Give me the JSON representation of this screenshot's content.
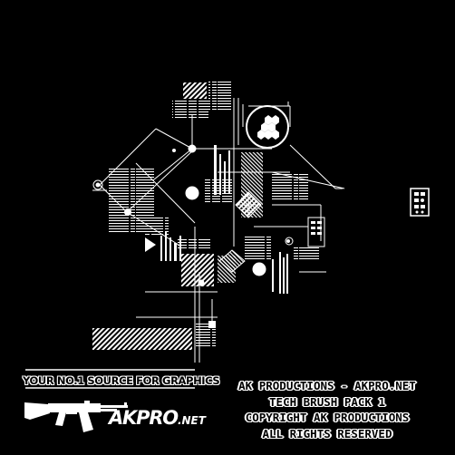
{
  "logo": {
    "tagline": "YOUR NO.1 SOURCE FOR GRAPHICS",
    "brand": "AKPRO",
    "brand_suffix": ".NET",
    "rifle_icon": "rifle-silhouette-icon"
  },
  "credits": {
    "lines": [
      "AK PRODUCTIONS - AKPRO.NET",
      "TECH BRUSH PACK 1",
      "COPYRIGHT AK PRODUCTIONS",
      "ALL RIGHTS RESERVED"
    ]
  },
  "colors": {
    "background": "#000000",
    "foreground": "#ffffff"
  }
}
